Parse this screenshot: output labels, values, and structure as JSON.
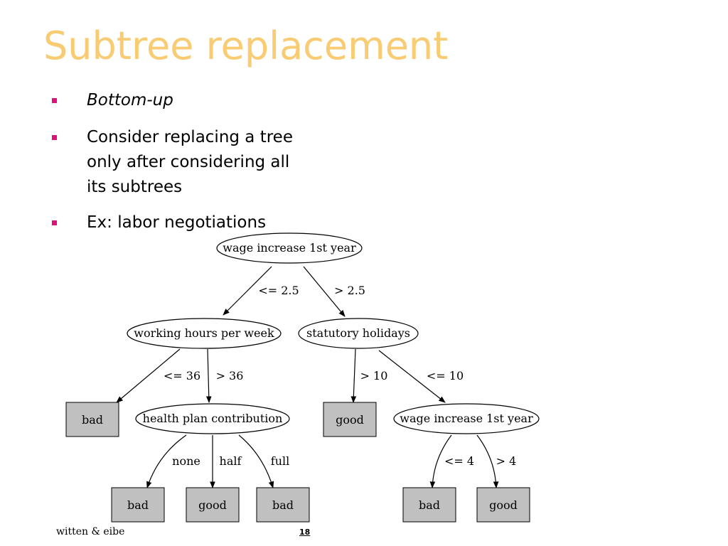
{
  "slide": {
    "title": "Subtree replacement",
    "bullets": [
      "Bottom-up",
      "Consider replacing a tree only after considering all its subtrees",
      "Ex: labor negotiations"
    ],
    "footer_left": "witten & eibe",
    "page_number": "18"
  },
  "colors": {
    "title": "#F9CB72",
    "bullet_marker": "#E0107A",
    "leaf_fill": "#C0C0C0"
  },
  "tree": {
    "nodes": [
      {
        "id": "n_root",
        "label": "wage increase 1st year",
        "kind": "decision"
      },
      {
        "id": "n_hours",
        "label": "working hours per week",
        "kind": "decision"
      },
      {
        "id": "n_holidays",
        "label": "statutory holidays",
        "kind": "decision"
      },
      {
        "id": "n_bad1",
        "label": "bad",
        "kind": "leaf"
      },
      {
        "id": "n_health",
        "label": "health plan contribution",
        "kind": "decision"
      },
      {
        "id": "n_good1",
        "label": "good",
        "kind": "leaf"
      },
      {
        "id": "n_wage2",
        "label": "wage increase 1st year",
        "kind": "decision"
      },
      {
        "id": "n_bad2",
        "label": "bad",
        "kind": "leaf"
      },
      {
        "id": "n_good2",
        "label": "good",
        "kind": "leaf"
      },
      {
        "id": "n_bad3",
        "label": "bad",
        "kind": "leaf"
      },
      {
        "id": "n_bad4",
        "label": "bad",
        "kind": "leaf"
      },
      {
        "id": "n_good3",
        "label": "good",
        "kind": "leaf"
      }
    ],
    "edges": [
      {
        "from": "n_root",
        "to": "n_hours",
        "label": "<= 2.5"
      },
      {
        "from": "n_root",
        "to": "n_holidays",
        "label": "> 2.5"
      },
      {
        "from": "n_hours",
        "to": "n_bad1",
        "label": "<= 36"
      },
      {
        "from": "n_hours",
        "to": "n_health",
        "label": "> 36"
      },
      {
        "from": "n_holidays",
        "to": "n_good1",
        "label": "> 10"
      },
      {
        "from": "n_holidays",
        "to": "n_wage2",
        "label": "<= 10"
      },
      {
        "from": "n_health",
        "to": "n_bad2",
        "label": "none"
      },
      {
        "from": "n_health",
        "to": "n_good2",
        "label": "half"
      },
      {
        "from": "n_health",
        "to": "n_bad3",
        "label": "full"
      },
      {
        "from": "n_wage2",
        "to": "n_bad4",
        "label": "<= 4"
      },
      {
        "from": "n_wage2",
        "to": "n_good3",
        "label": "> 4"
      }
    ]
  }
}
